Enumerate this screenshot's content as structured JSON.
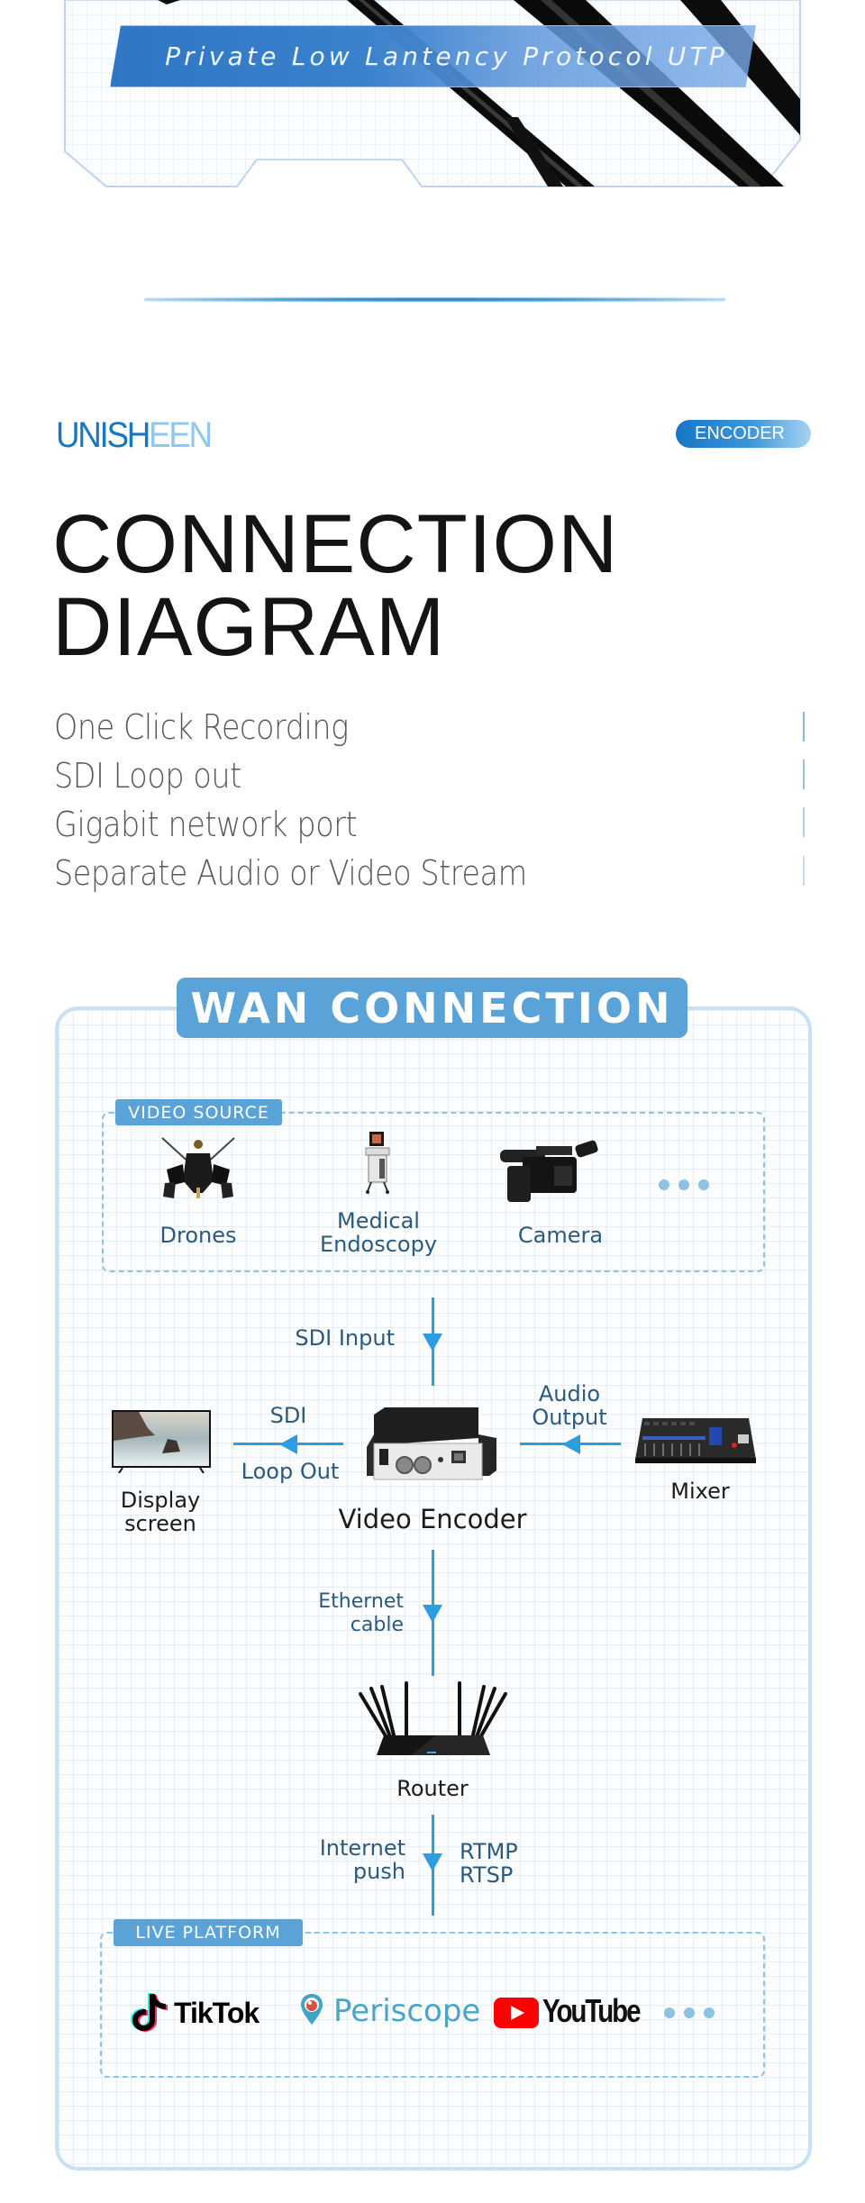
{
  "top_banner": {
    "protocol_text": "Private Low Lantency Protocol UTP"
  },
  "header": {
    "brand_dark": "UNISH",
    "brand_light": "EEN",
    "badge": "ENCODER",
    "title_line1": "CONNECTION",
    "title_line2": "DIAGRAM"
  },
  "features": [
    "One Click Recording",
    "SDI Loop out",
    "Gigabit network port",
    "Separate Audio or Video Stream"
  ],
  "diagram": {
    "title": "WAN CONNECTION",
    "video_source": {
      "tag": "VIDEO SOURCE",
      "items": [
        {
          "label": "Drones",
          "icon": "drone-icon"
        },
        {
          "label_line1": "Medical",
          "label_line2": "Endoscopy",
          "icon": "medical-endoscopy-icon"
        },
        {
          "label": "Camera",
          "icon": "camcorder-icon"
        }
      ],
      "more": "more-icon"
    },
    "sdi_input": "SDI Input",
    "sdi_loop": {
      "top": "SDI",
      "bottom": "Loop Out"
    },
    "audio_output": {
      "line1": "Audio",
      "line2": "Output"
    },
    "display": {
      "line1": "Display",
      "line2": "screen"
    },
    "encoder": "Video Encoder",
    "mixer": "Mixer",
    "ethernet": {
      "line1": "Ethernet",
      "line2": "cable"
    },
    "router": "Router",
    "internet_push": {
      "line1": "Internet",
      "line2": "push"
    },
    "protocols": {
      "line1": "RTMP",
      "line2": "RTSP"
    },
    "live_platform": {
      "tag": "LIVE PLATFORM",
      "platforms": [
        "TikTok",
        "Periscope",
        "YouTube"
      ]
    }
  },
  "colors": {
    "accent": "#5aa3d8",
    "brand_blue": "#1678c2",
    "flow_blue": "#2b9ee2",
    "frame": "#c6e1f5"
  }
}
